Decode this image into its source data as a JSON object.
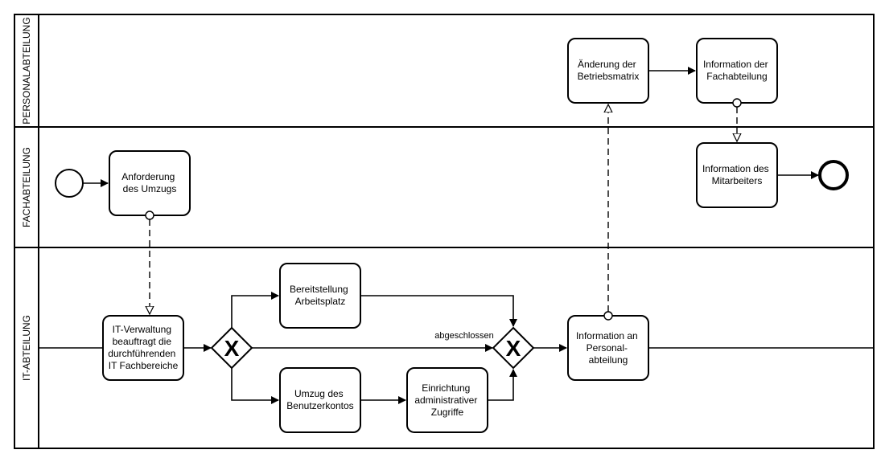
{
  "lanes": [
    {
      "id": "personal",
      "label": "PERSONALABTEILUNG"
    },
    {
      "id": "fach",
      "label": "FACHABTEILUNG"
    },
    {
      "id": "it",
      "label": "IT-ABTEILUNG"
    }
  ],
  "tasks": {
    "anforderung": [
      "Anforderung",
      "des Umzugs"
    ],
    "beauftragt": [
      "IT-Verwaltung",
      "beauftragt die",
      "durchführenden",
      "IT Fachbereiche"
    ],
    "bereitstellung": [
      "Bereitstellung",
      "Arbeitsplatz"
    ],
    "umzug": [
      "Umzug des",
      "Benutzerkontos"
    ],
    "einrichtung": [
      "Einrichtung",
      "administrativer",
      "Zugriffe"
    ],
    "info_personal": [
      "Information an",
      "Personal-",
      "abteilung"
    ],
    "aenderung": [
      "Änderung der",
      "Betriebsmatrix"
    ],
    "info_fach": [
      "Information der",
      "Fachabteilung"
    ],
    "info_mitarbeiter": [
      "Information des",
      "Mitarbeiters"
    ]
  },
  "gateways": {
    "split_symbol": "X",
    "join_symbol": "X"
  },
  "flow_labels": {
    "abgeschlossen": "abgeschlossen"
  }
}
